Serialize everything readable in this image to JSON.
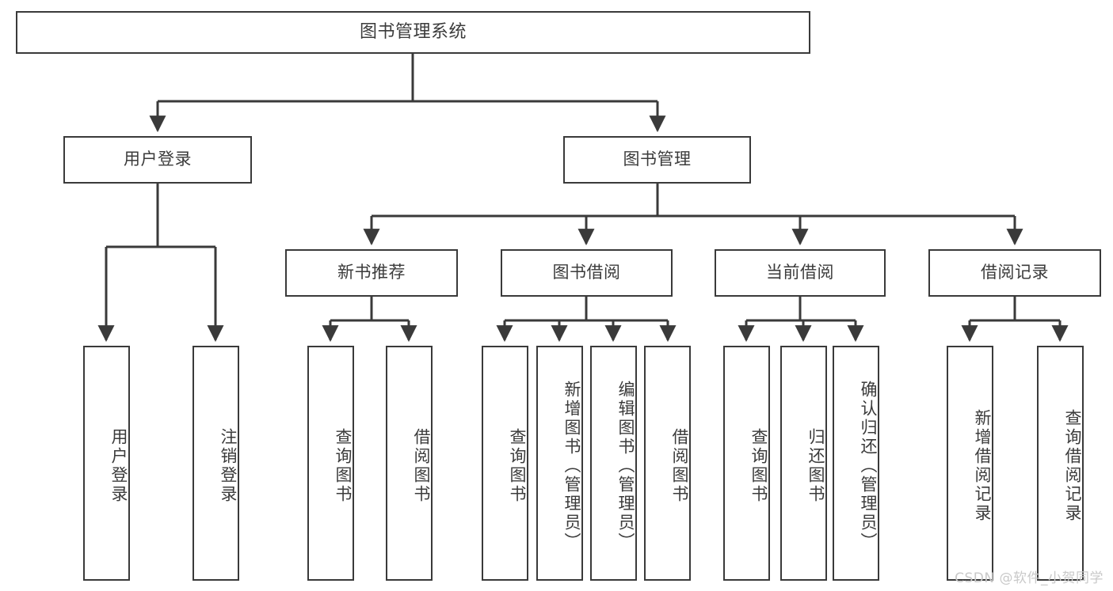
{
  "diagram": {
    "title": "图书管理系统",
    "type": "tree-structure-chart",
    "background_color": "#ffffff",
    "box_border_color": "#3a3a3a",
    "text_color": "#3b3b3b",
    "edge_color": "#3a3a3a"
  },
  "watermark": {
    "text": "CSDN @软件_小贺同学",
    "color": "#c9c9c9"
  },
  "nodes": {
    "root": {
      "label": "图书管理系统"
    },
    "level2": [
      {
        "id": "user-login",
        "label": "用户登录"
      },
      {
        "id": "book-manage",
        "label": "图书管理"
      }
    ],
    "level3": [
      {
        "id": "new-book-recommend",
        "label": "新书推荐"
      },
      {
        "id": "book-borrow",
        "label": "图书借阅"
      },
      {
        "id": "current-borrow",
        "label": "当前借阅"
      },
      {
        "id": "borrow-record",
        "label": "借阅记录"
      }
    ],
    "leaves": {
      "user_login": [
        {
          "id": "leaf-user-login",
          "label": "用户登录"
        },
        {
          "id": "leaf-user-logout",
          "label": "注销登录"
        }
      ],
      "new_book_recommend": [
        {
          "id": "leaf-query-book-1",
          "label": "查询图书"
        },
        {
          "id": "leaf-borrow-book-1",
          "label": "借阅图书"
        }
      ],
      "book_borrow": [
        {
          "id": "leaf-query-book-2",
          "label": "查询图书"
        },
        {
          "id": "leaf-add-book",
          "label": "新增图书（管理员）"
        },
        {
          "id": "leaf-edit-book",
          "label": "编辑图书（管理员）"
        },
        {
          "id": "leaf-borrow-book-2",
          "label": "借阅图书"
        }
      ],
      "current_borrow": [
        {
          "id": "leaf-query-book-3",
          "label": "查询图书"
        },
        {
          "id": "leaf-return-book",
          "label": "归还图书"
        },
        {
          "id": "leaf-confirm-return",
          "label": "确认归还（管理员）"
        }
      ],
      "borrow_record": [
        {
          "id": "leaf-add-record",
          "label": "新增借阅记录"
        },
        {
          "id": "leaf-query-record",
          "label": "查询借阅记录"
        }
      ]
    }
  }
}
